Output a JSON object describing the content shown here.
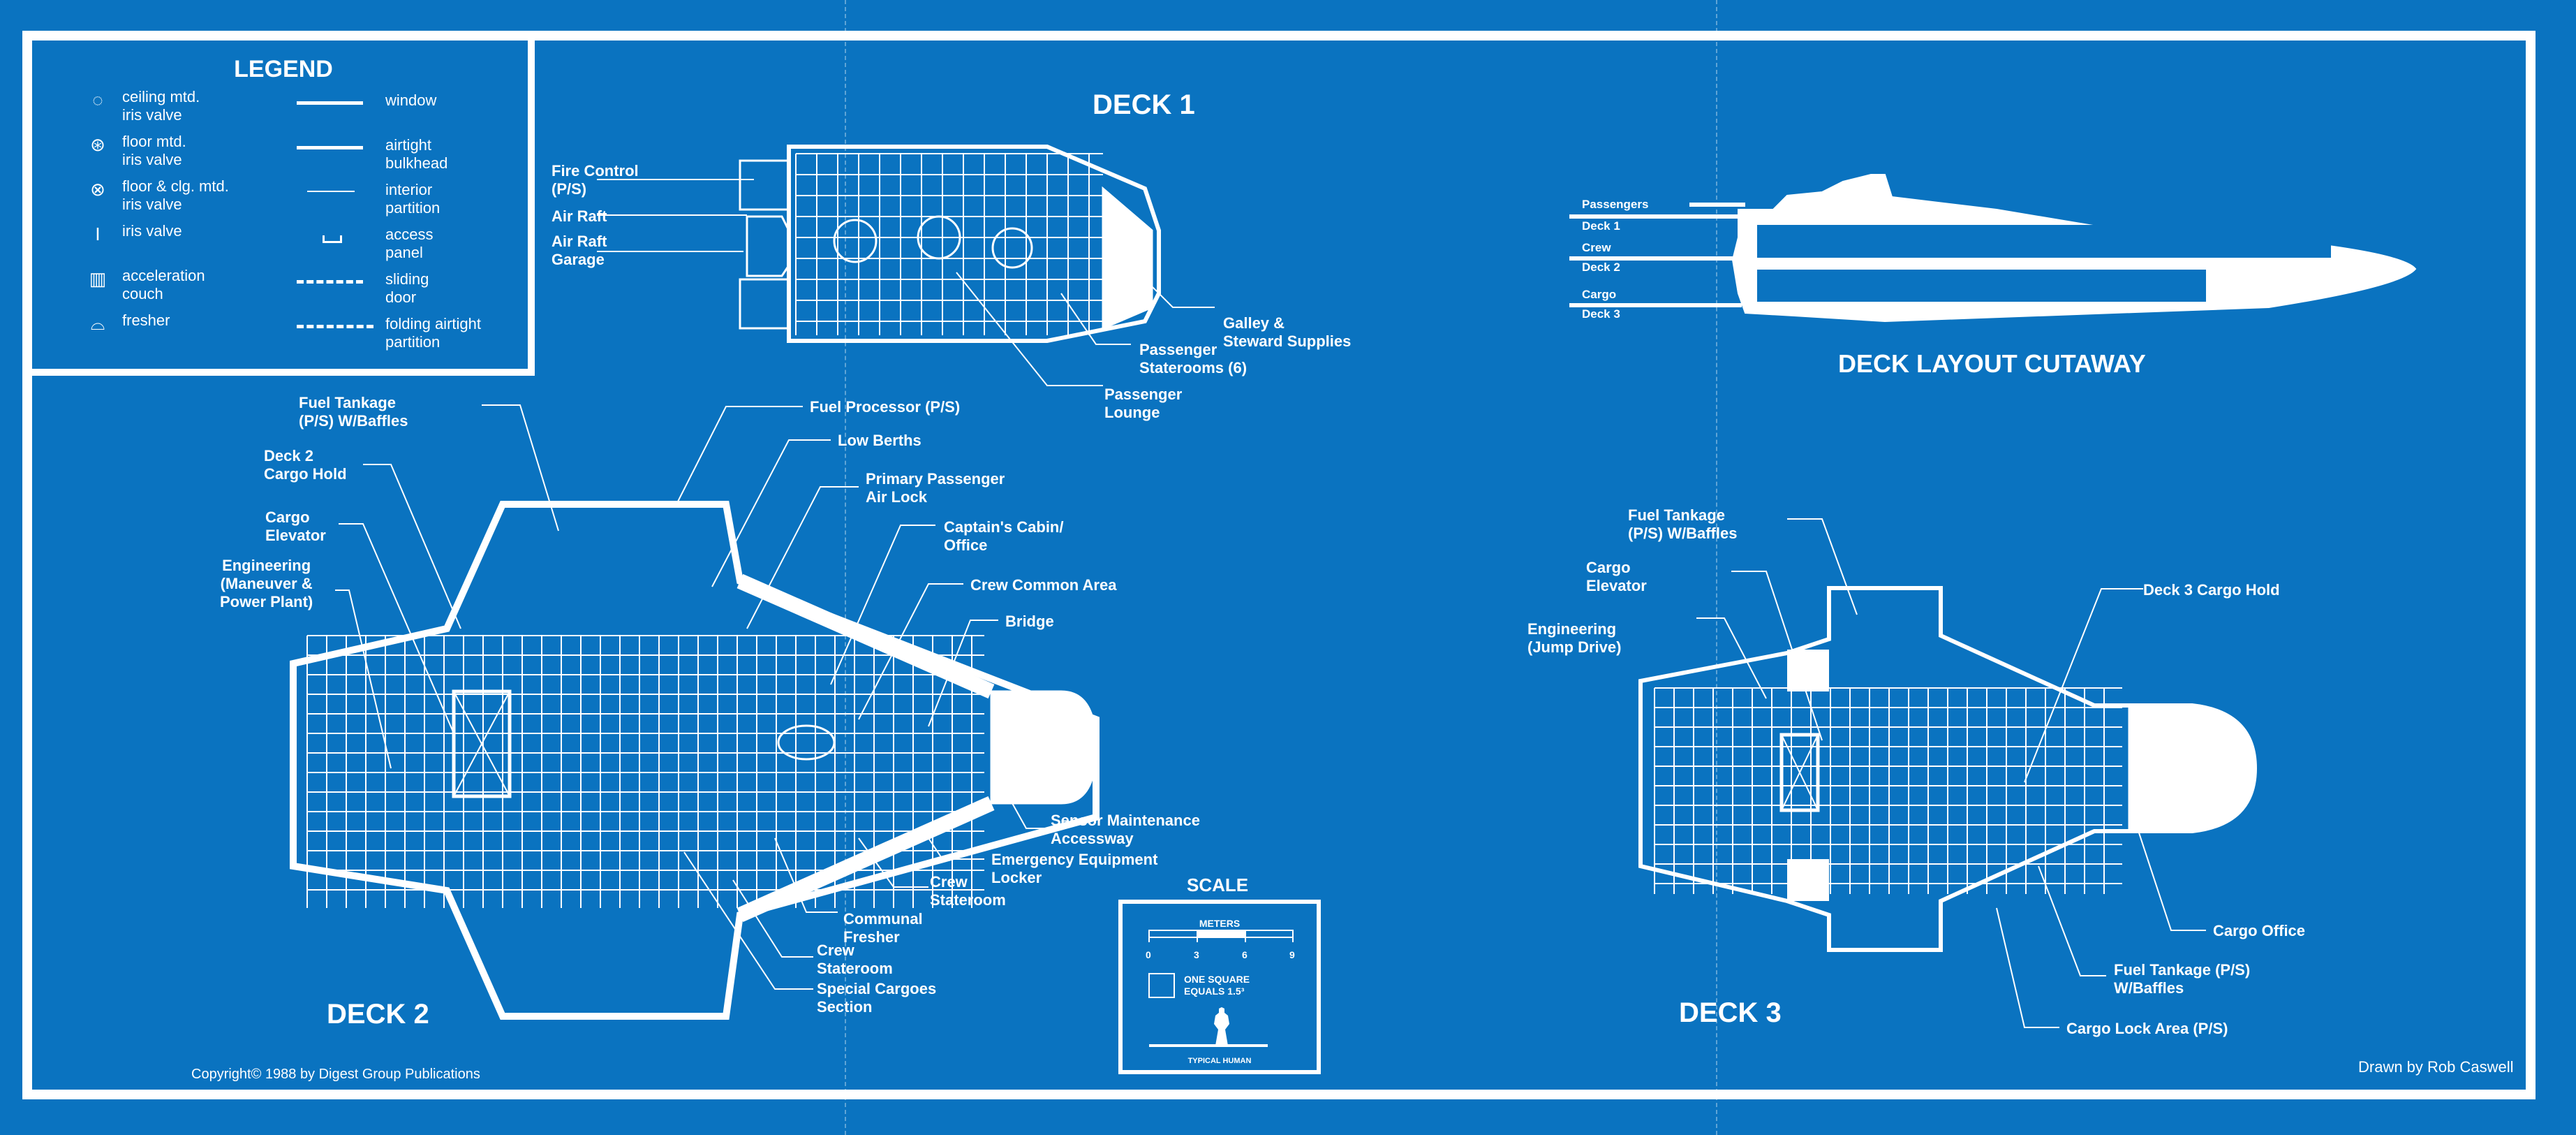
{
  "legend": {
    "title": "LEGEND",
    "left_items": [
      {
        "icon": "ceiling-iris-valve-icon",
        "glyph": "◌",
        "label": "ceiling mtd.\niris valve"
      },
      {
        "icon": "floor-iris-valve-icon",
        "glyph": "⊛",
        "label": "floor mtd.\niris valve"
      },
      {
        "icon": "floor-ceiling-iris-valve-icon",
        "glyph": "⊗",
        "label": "floor & clg. mtd.\niris valve"
      },
      {
        "icon": "iris-valve-icon",
        "glyph": "I",
        "label": "iris valve"
      },
      {
        "icon": "acceleration-couch-icon",
        "glyph": "▥",
        "label": "acceleration\ncouch"
      },
      {
        "icon": "fresher-icon",
        "glyph": "⌓",
        "label": "fresher"
      }
    ],
    "right_items": [
      {
        "icon": "window-symbol",
        "label": "window"
      },
      {
        "icon": "airtight-bulkhead-symbol",
        "label": "airtight\nbulkhead"
      },
      {
        "icon": "interior-partition-symbol",
        "label": "interior\npartition"
      },
      {
        "icon": "access-panel-symbol",
        "label": "access\npanel"
      },
      {
        "icon": "sliding-door-symbol",
        "label": "sliding\ndoor"
      },
      {
        "icon": "folding-airtight-partition-symbol",
        "label": "folding airtight\npartition"
      }
    ]
  },
  "deck1": {
    "title": "DECK 1",
    "labels": {
      "fire_control": "Fire Control\n(P/S)",
      "air_raft": "Air Raft",
      "air_raft_garage": "Air Raft\nGarage",
      "galley": "Galley &\nSteward Supplies",
      "staterooms": "Passenger\nStaterooms (6)",
      "lounge": "Passenger\nLounge"
    }
  },
  "cutaway": {
    "title": "DECK LAYOUT CUTAWAY",
    "labels": [
      "Passengers",
      "Deck 1",
      "Crew",
      "Deck 2",
      "Cargo",
      "Deck 3"
    ]
  },
  "deck2": {
    "title": "DECK 2",
    "labels": {
      "fuel_tankage": "Fuel Tankage\n(P/S) W/Baffles",
      "cargo_hold": "Deck 2\nCargo Hold",
      "cargo_elevator": "Cargo\nElevator",
      "engineering": "Engineering\n(Maneuver &\nPower Plant)",
      "fuel_processor": "Fuel Processor (P/S)",
      "low_berths": "Low Berths",
      "air_lock": "Primary Passenger\nAir Lock",
      "captain": "Captain's Cabin/\nOffice",
      "crew_common": "Crew Common Area",
      "bridge": "Bridge",
      "sensor": "Sensor Maintenance\nAccessway",
      "emergency": "Emergency Equipment\nLocker",
      "crew_stateroom_1": "Crew\nStateroom",
      "fresher": "Communal\nFresher",
      "crew_stateroom_2": "Crew\nStateroom",
      "special_cargoes": "Special Cargoes\nSection"
    }
  },
  "deck3": {
    "title": "DECK 3",
    "labels": {
      "fuel_tankage_top": "Fuel Tankage\n(P/S) W/Baffles",
      "cargo_elevator": "Cargo\nElevator",
      "engineering": "Engineering\n(Jump Drive)",
      "cargo_hold": "Deck 3 Cargo Hold",
      "cargo_office": "Cargo Office",
      "fuel_tankage_bottom": "Fuel Tankage (P/S)\nW/Baffles",
      "cargo_lock": "Cargo Lock Area (P/S)"
    }
  },
  "scale": {
    "title": "SCALE",
    "units": "METERS",
    "ticks": [
      "0",
      "3",
      "6",
      "9"
    ],
    "square_note": "ONE SQUARE\nEQUALS 1.5³",
    "human_caption": "TYPICAL HUMAN"
  },
  "footer": {
    "copyright": "Copyright© 1988 by Digest Group Publications",
    "credit": "Drawn by Rob Caswell"
  }
}
